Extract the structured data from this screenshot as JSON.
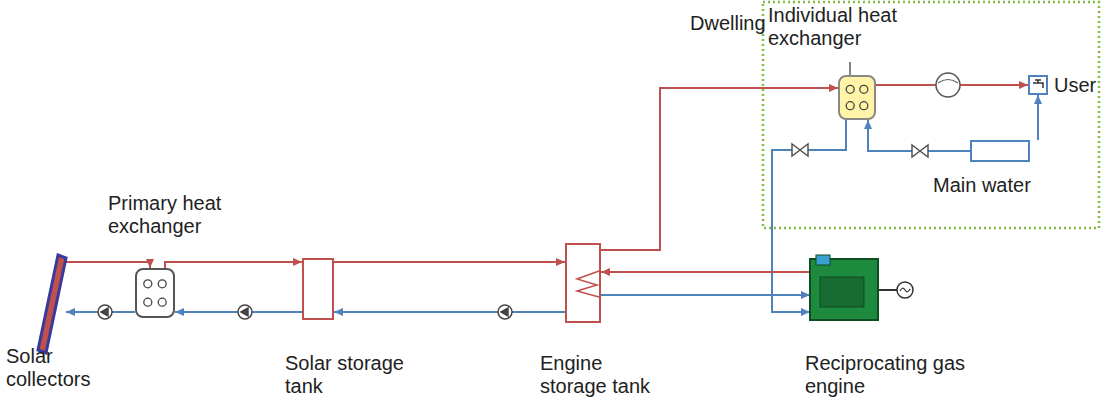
{
  "diagram": {
    "nodes": [
      {
        "text": [
          "Solar collectors"
        ]
      },
      {
        "text": [
          "Primary heat exchanger"
        ]
      },
      {
        "text": [
          "Solar storage tank"
        ]
      },
      {
        "text": [
          "Engine storage tank"
        ]
      },
      {
        "text": [
          "Reciprocating gas engine"
        ]
      },
      {
        "text": [
          "Individual heat exchanger"
        ]
      },
      {
        "text": [
          "User"
        ]
      },
      {
        "text": [
          "Main water"
        ]
      }
    ],
    "edges": [
      {
        "from": 0,
        "to": 1,
        "arrow": "to"
      },
      {
        "from": 1,
        "to": 0,
        "arrow": "to"
      },
      {
        "from": 1,
        "to": 2,
        "arrow": "to"
      },
      {
        "from": 2,
        "to": 1,
        "arrow": "to"
      },
      {
        "from": 2,
        "to": 3,
        "arrow": "to"
      },
      {
        "from": 3,
        "to": 2,
        "arrow": "to"
      },
      {
        "from": 3,
        "to": 5,
        "arrow": "to"
      },
      {
        "from": 5,
        "to": 4,
        "arrow": "to"
      },
      {
        "from": 4,
        "to": 3,
        "arrow": "to"
      },
      {
        "from": 3,
        "to": 4,
        "arrow": "to"
      },
      {
        "from": 5,
        "to": 6,
        "arrow": "to"
      },
      {
        "from": 7,
        "to": 6,
        "arrow": "to"
      },
      {
        "from": 7,
        "to": 5,
        "arrow": "to"
      }
    ],
    "labels": [
      "Dwelling"
    ]
  }
}
